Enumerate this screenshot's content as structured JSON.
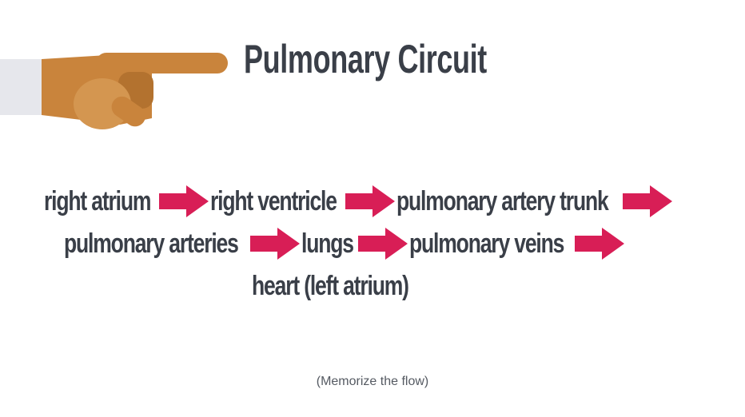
{
  "title": "Pulmonary Circuit",
  "flow": {
    "row1": [
      "right atrium",
      "right ventricle",
      "pulmonary artery trunk"
    ],
    "row2": [
      "pulmonary arteries",
      "lungs",
      "pulmonary veins"
    ],
    "row3": [
      "heart (left atrium)"
    ]
  },
  "note": "(Memorize the flow)",
  "colors": {
    "arrow": "#d81e56",
    "text": "#3a3f48",
    "hand_skin": "#c9843c",
    "hand_shadow": "#b3722f",
    "sleeve": "#e6e7ec"
  },
  "icons": {
    "pointer": "pointing-hand-icon",
    "flow_arrow": "right-arrow-icon"
  }
}
